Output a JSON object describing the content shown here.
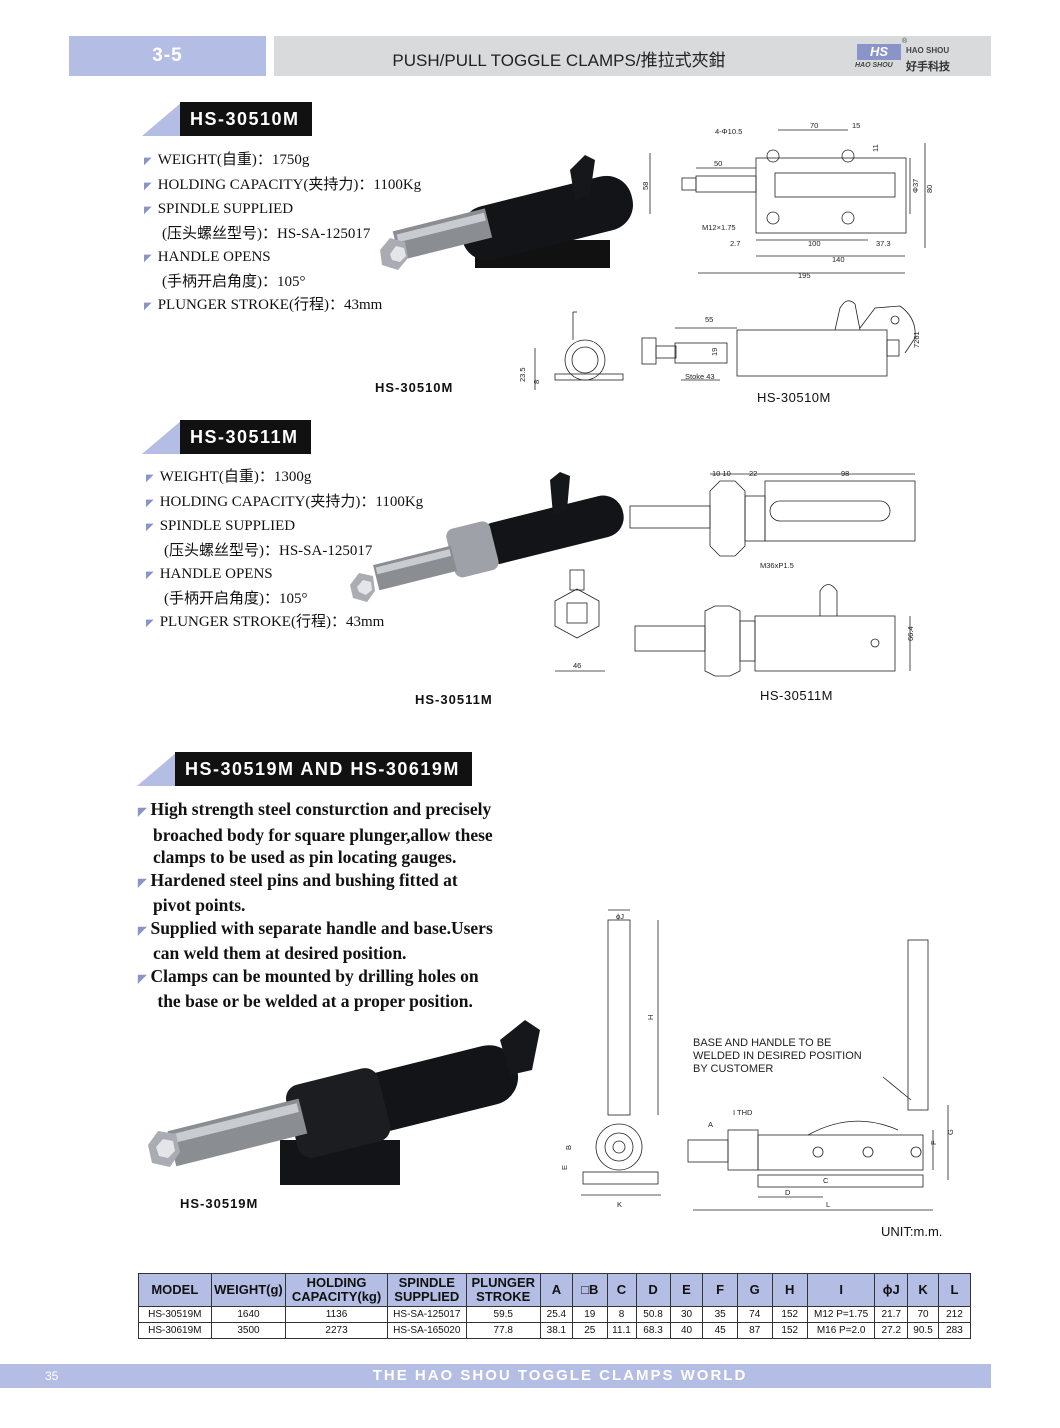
{
  "header": {
    "section": "3-5",
    "title": "PUSH/PULL TOGGLE CLAMPS/推拉式夾鉗",
    "logo_mark": "HS",
    "logo_mark_sub": "HAO SHOU",
    "logo_reg": "®",
    "logo_en": "HAO SHOU",
    "logo_cn": "好手科技"
  },
  "products": [
    {
      "model": "HS-30510M",
      "specs": [
        "WEIGHT(自重)：1750g",
        "HOLDING CAPACITY(夹持力)：1100Kg",
        "SPINDLE SUPPLIED",
        "(压头螺丝型号)：HS-SA-125017",
        "HANDLE OPENS",
        "(手柄开启角度)：105°",
        "PLUNGER STROKE(行程)：43mm"
      ],
      "photo_caption": "HS-30510M",
      "drawing_caption": "HS-30510M",
      "dims": [
        "4-Φ10.5",
        "70",
        "15",
        "11",
        "50",
        "58",
        "Φ37",
        "80",
        "M12×1.75",
        "2.7",
        "100",
        "37.3",
        "140",
        "195",
        "55",
        "19",
        "Stoke 43",
        "7261",
        "23.5",
        "8"
      ]
    },
    {
      "model": "HS-30511M",
      "specs": [
        "WEIGHT(自重)：1300g",
        "HOLDING CAPACITY(夹持力)：1100Kg",
        "SPINDLE SUPPLIED",
        "(压头螺丝型号)：HS-SA-125017",
        "HANDLE OPENS",
        "(手柄开启角度)：105°",
        "PLUNGER STROKE(行程)：43mm"
      ],
      "photo_caption": "HS-30511M",
      "drawing_caption": "HS-30511M",
      "dims": [
        "10 10",
        "22",
        "98",
        "M36xP1.5",
        "46",
        "66.4"
      ]
    }
  ],
  "series": {
    "title": "HS-30519M AND HS-30619M",
    "bullets": [
      [
        "High strength steel consturction and precisely",
        "broached body for square plunger,allow these",
        "clamps to be used as pin locating gauges."
      ],
      [
        "Hardened steel pins and bushing fitted at",
        "pivot points."
      ],
      [
        "Supplied with separate handle and base.Users",
        "can weld them at desired position."
      ],
      [
        "Clamps can be mounted by drilling holes on",
        " the base or be welded at a proper position."
      ]
    ],
    "photo_caption": "HS-30519M",
    "note": [
      "BASE AND HANDLE TO BE",
      "WELDED IN DESIRED POSITION",
      "BY CUSTOMER"
    ],
    "dim_labels": [
      "ϕJ",
      "H",
      "B",
      "E",
      "K",
      "A",
      "I THD",
      "C",
      "D",
      "L",
      "F",
      "G"
    ],
    "unit": "UNIT:m.m."
  },
  "table": {
    "headers": [
      "MODEL",
      "WEIGHT(g)",
      "HOLDING\nCAPACITY(kg)",
      "SPINDLE\nSUPPLIED",
      "PLUNGER\nSTROKE",
      "A",
      "□B",
      "C",
      "D",
      "E",
      "F",
      "G",
      "H",
      "I",
      "ϕJ",
      "K",
      "L"
    ],
    "rows": [
      [
        "HS-30519M",
        "1640",
        "1136",
        "HS-SA-125017",
        "59.5",
        "25.4",
        "19",
        "8",
        "50.8",
        "30",
        "35",
        "74",
        "152",
        "M12 P=1.75",
        "21.7",
        "70",
        "212"
      ],
      [
        "HS-30619M",
        "3500",
        "2273",
        "HS-SA-165020",
        "77.8",
        "38.1",
        "25",
        "11.1",
        "68.3",
        "40",
        "45",
        "87",
        "152",
        "M16 P=2.0",
        "27.2",
        "90.5",
        "283"
      ]
    ]
  },
  "footer": {
    "page": "35",
    "text": "THE HAO SHOU TOGGLE CLAMPS WORLD"
  },
  "colors": {
    "accent": "#b4bde3",
    "header_gray": "#d9dadc",
    "tag_black": "#111111"
  }
}
